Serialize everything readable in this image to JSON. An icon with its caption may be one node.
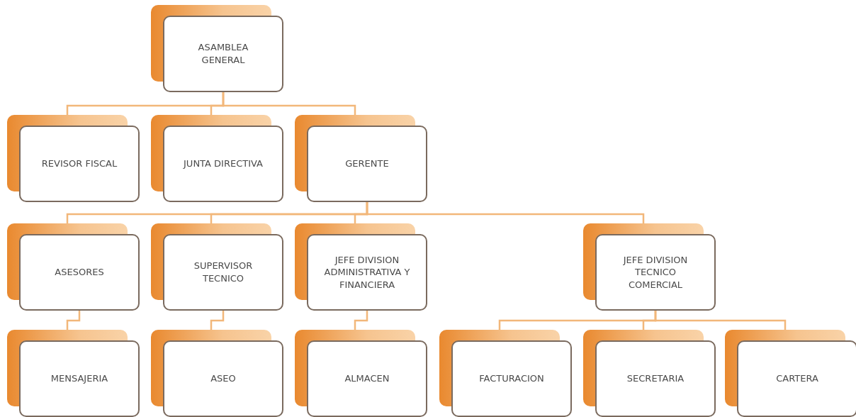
{
  "diagram": {
    "nodes": [
      {
        "text": [
          "ASAMBLEA GENERAL"
        ]
      },
      {
        "text": [
          "REVISOR FISCAL"
        ]
      },
      {
        "text": [
          "JUNTA DIRECTIVA"
        ]
      },
      {
        "text": [
          "GERENTE"
        ]
      },
      {
        "text": [
          "ASESORES"
        ]
      },
      {
        "text": [
          "SUPERVISOR TECNICO"
        ]
      },
      {
        "text": [
          "JEFE DIVISION ADMINISTRATIVA Y FINANCIERA"
        ]
      },
      {
        "text": [
          "JEFE DIVISION TECNICO COMERCIAL"
        ]
      },
      {
        "text": [
          "MENSAJERIA"
        ]
      },
      {
        "text": [
          "ASEO"
        ]
      },
      {
        "text": [
          "ALMACEN"
        ]
      },
      {
        "text": [
          "FACTURACION"
        ]
      },
      {
        "text": [
          "SECRETARIA"
        ]
      },
      {
        "text": [
          "CARTERA"
        ]
      }
    ],
    "edges": [
      {
        "from": 0,
        "to": 1,
        "arrow": "none"
      },
      {
        "from": 0,
        "to": 2,
        "arrow": "none"
      },
      {
        "from": 0,
        "to": 3,
        "arrow": "none"
      },
      {
        "from": 3,
        "to": 4,
        "arrow": "none"
      },
      {
        "from": 3,
        "to": 5,
        "arrow": "none"
      },
      {
        "from": 3,
        "to": 6,
        "arrow": "none"
      },
      {
        "from": 3,
        "to": 7,
        "arrow": "none"
      },
      {
        "from": 4,
        "to": 8,
        "arrow": "none"
      },
      {
        "from": 5,
        "to": 9,
        "arrow": "none"
      },
      {
        "from": 6,
        "to": 10,
        "arrow": "none"
      },
      {
        "from": 7,
        "to": 11,
        "arrow": "none"
      },
      {
        "from": 7,
        "to": 12,
        "arrow": "none"
      },
      {
        "from": 7,
        "to": 13,
        "arrow": "none"
      }
    ]
  }
}
